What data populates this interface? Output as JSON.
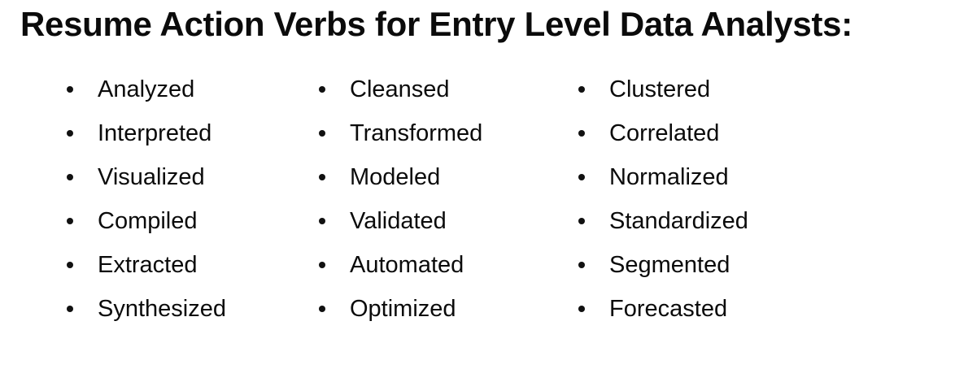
{
  "title": "Resume Action Verbs for Entry Level Data Analysts:",
  "columns": [
    [
      "Analyzed",
      "Interpreted",
      "Visualized",
      "Compiled",
      "Extracted",
      "Synthesized"
    ],
    [
      "Cleansed",
      "Transformed",
      "Modeled",
      "Validated",
      "Automated",
      "Optimized"
    ],
    [
      "Clustered",
      "Correlated",
      "Normalized",
      "Standardized",
      "Segmented",
      "Forecasted"
    ]
  ]
}
